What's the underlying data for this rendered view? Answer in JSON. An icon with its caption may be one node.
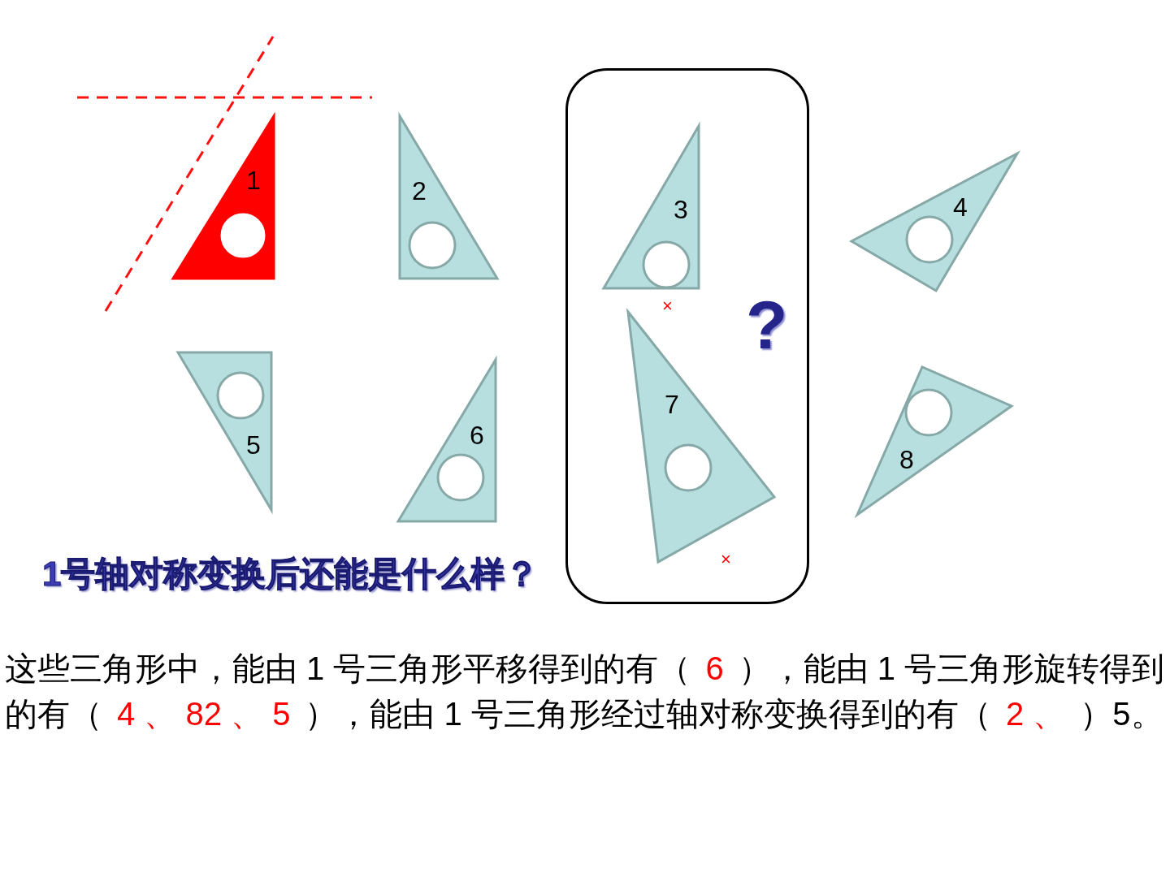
{
  "diagram": {
    "nodes": [
      {
        "text": [
          "1"
        ]
      },
      {
        "text": [
          "2"
        ]
      },
      {
        "text": [],
        "shape": "box"
      },
      {
        "text": [
          "3"
        ],
        "in": 2
      },
      {
        "text": [
          "4"
        ]
      },
      {
        "text": [
          "5"
        ]
      },
      {
        "text": [
          "6"
        ]
      },
      {
        "text": [
          "7"
        ],
        "in": 2
      },
      {
        "text": [
          "8"
        ]
      }
    ],
    "labels": [
      "?",
      "×",
      "×",
      "1号轴对称变换后还能是什么样？",
      "这些三角形中，能由 1 号三角形平移得到的有（",
      "6",
      "），能由 1 号三角形旋转得到的有（",
      "4 、 82 、 5",
      "），能由 1 号三角形经过轴对称变换得到的有（",
      "2 、",
      "）5。"
    ]
  }
}
